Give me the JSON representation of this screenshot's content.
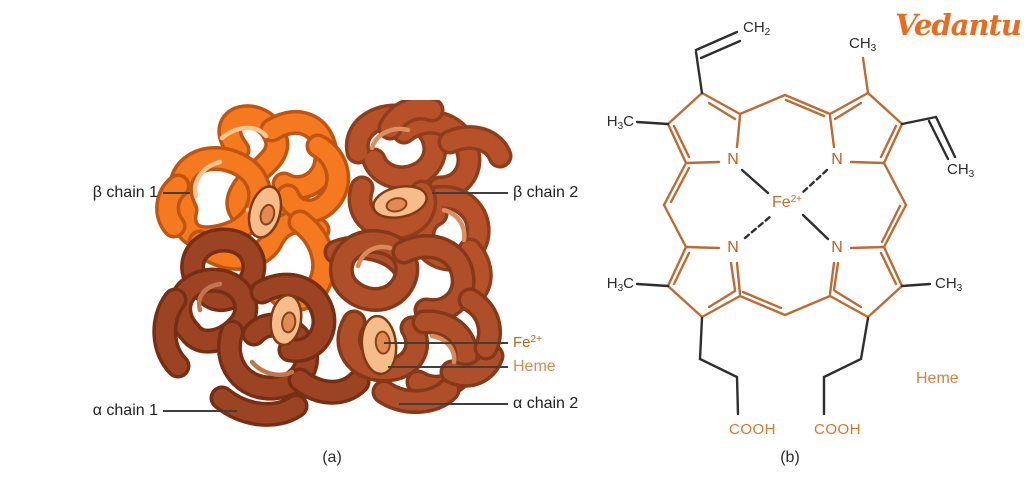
{
  "brand": {
    "name": "Vedantu"
  },
  "panel_a": {
    "caption": "(a)",
    "beta_chain_1": "β chain 1",
    "beta_chain_2": "β chain 2",
    "alpha_chain_1": "α chain 1",
    "alpha_chain_2": "α chain 2",
    "fe": {
      "main": "Fe",
      "sup": "2+"
    },
    "heme": "Heme"
  },
  "panel_b": {
    "caption": "(b)",
    "nitrogen": "N",
    "fe": {
      "main": "Fe",
      "sup": "2+"
    },
    "heme": "Heme",
    "cooh_left": "COOH",
    "cooh_right": "COOH",
    "vinyl_top": {
      "main": "CH",
      "sub": "2"
    },
    "methyl_top": {
      "main": "CH",
      "sub": "3"
    },
    "vinyl_right": {
      "main": "CH",
      "sub": "3"
    },
    "methyl_top_left": {
      "pre": "H",
      "presub": "3",
      "main": "C"
    },
    "methyl_bottom_left": {
      "pre": "H",
      "presub": "3",
      "main": "C"
    },
    "methyl_bottom_right": {
      "main": "CH",
      "sub": "3"
    }
  },
  "colors": {
    "brand_orange": "#F0681A",
    "structure_orange": "#C06A33",
    "fe_label_orange": "#CC6B2C",
    "label_orange_dark": "#C2601C",
    "label_orange_light": "#DE8A4F",
    "cooh_orange": "#D2782F",
    "bond_dark": "#2E2E2E",
    "leader_line": "#3F3F3F",
    "beta1_chain": "#F5791E",
    "beta2_chain": "#B75129",
    "alpha1_chain": "#9C4323",
    "alpha2_chain": "#AF4F2A",
    "heme_disc": "#F6BD8B"
  }
}
